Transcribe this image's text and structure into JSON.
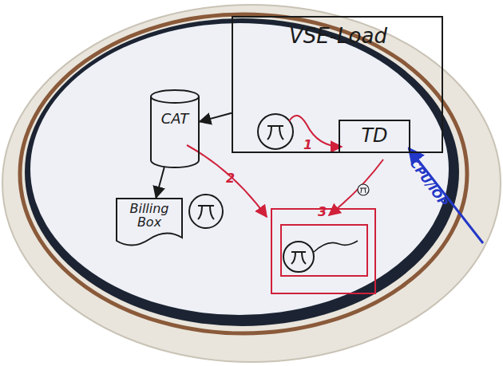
{
  "diagram": {
    "nodes": [
      {
        "text": [
          "VSE-Load"
        ]
      },
      {
        "text": [
          "TD"
        ],
        "in": 0
      },
      {
        "text": [
          "CAT"
        ]
      },
      {
        "text": [
          "Billing Box"
        ]
      }
    ],
    "edges": [
      {
        "from": 0,
        "to": 2,
        "arrow": "to"
      },
      {
        "from": 2,
        "to": 3,
        "arrow": "to"
      }
    ],
    "labels": [
      "1",
      "2",
      "3",
      "CPU/IOP"
    ]
  }
}
